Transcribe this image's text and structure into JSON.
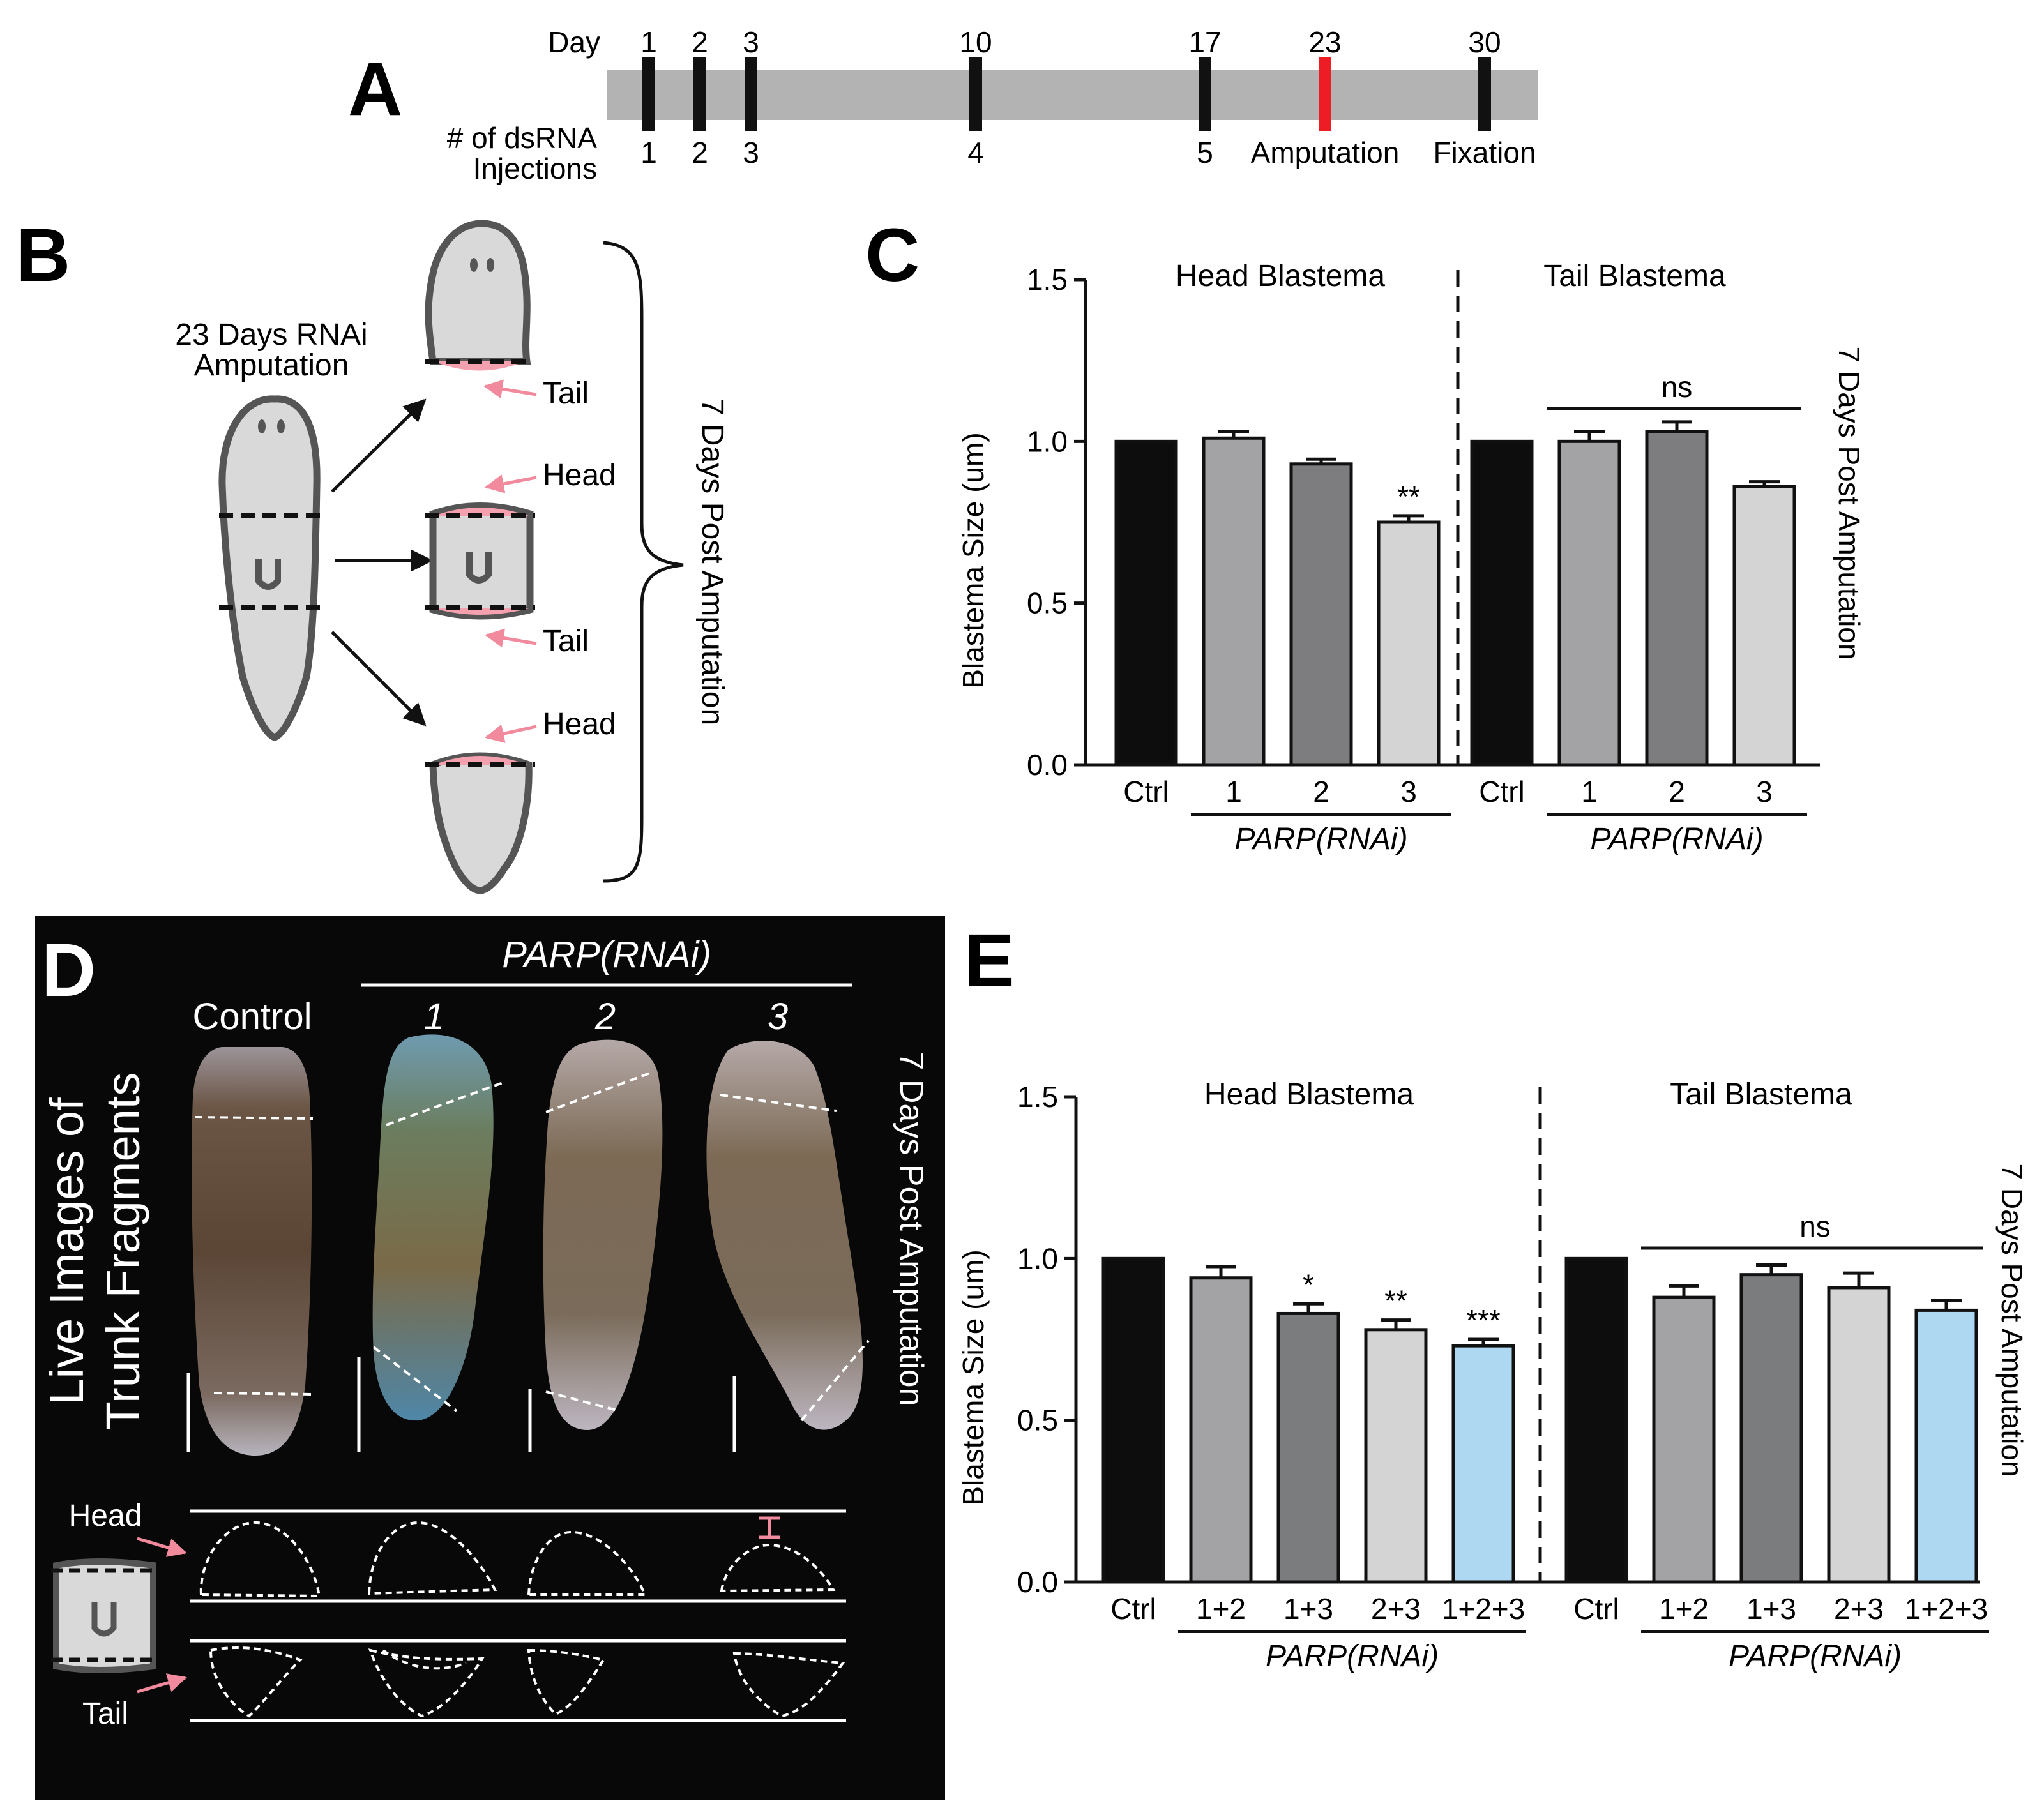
{
  "panel_labels": {
    "a": "A",
    "b": "B",
    "c": "C",
    "d": "D",
    "e": "E"
  },
  "timeline": {
    "day_label": "Day",
    "injections_label_line1": "# of dsRNA",
    "injections_label_line2": "Injections",
    "days": [
      "1",
      "2",
      "3",
      "10",
      "17",
      "23",
      "30"
    ],
    "injections": [
      "1",
      "2",
      "3",
      "4",
      "5"
    ],
    "amputation_label": "Amputation",
    "fixation_label": "Fixation",
    "amputation_color": "#ee1c25"
  },
  "schematic": {
    "title_line1": "23 Days RNAi",
    "title_line2": "Amputation",
    "tail_label": "Tail",
    "head_label": "Head",
    "post_label": "7 Days Post Amputation",
    "worm_fill": "#d9d9d9",
    "worm_stroke": "#555555",
    "blastema_color": "#f4a0ae"
  },
  "live_images": {
    "group_label": "PARP(RNAi)",
    "col_labels": [
      "Control",
      "1",
      "2",
      "3"
    ],
    "side_label_line1": "Live Images of",
    "side_label_line2": "Trunk Fragments",
    "post_label": "7 Days Post Amputation",
    "head_label": "Head",
    "tail_label": "Tail"
  },
  "chart_data": [
    {
      "type": "bar",
      "panel": "C",
      "ylabel": "Blastema Size (um)",
      "ylim": [
        0,
        1.5
      ],
      "yticks": [
        "0.0",
        "0.5",
        "1.0",
        "1.5"
      ],
      "side_label": "7 Days Post Amputation",
      "groups": [
        {
          "title": "Head Blastema",
          "categories": [
            "Ctrl",
            "1",
            "2",
            "3"
          ],
          "values": [
            1.0,
            1.01,
            0.93,
            0.75
          ],
          "errors": [
            0,
            0.02,
            0.015,
            0.02
          ],
          "colors": [
            "#0d0d0d",
            "#a3a3a6",
            "#7d7d7f",
            "#d4d4d4"
          ],
          "significance": [
            "",
            "",
            "",
            "**"
          ],
          "treatment_label": "PARP(RNAi)"
        },
        {
          "title": "Tail Blastema",
          "categories": [
            "Ctrl",
            "1",
            "2",
            "3"
          ],
          "values": [
            1.0,
            1.0,
            1.03,
            0.86
          ],
          "errors": [
            0,
            0.03,
            0.03,
            0.015
          ],
          "colors": [
            "#0d0d0d",
            "#a3a3a6",
            "#7d7d7f",
            "#d4d4d4"
          ],
          "significance": [
            "",
            "",
            "",
            ""
          ],
          "bracket_label": "ns",
          "treatment_label": "PARP(RNAi)"
        }
      ]
    },
    {
      "type": "bar",
      "panel": "E",
      "ylabel": "Blastema Size (um)",
      "ylim": [
        0,
        1.5
      ],
      "yticks": [
        "0.0",
        "0.5",
        "1.0",
        "1.5"
      ],
      "side_label": "7 Days Post Amputation",
      "groups": [
        {
          "title": "Head Blastema",
          "categories": [
            "Ctrl",
            "1+2",
            "1+3",
            "2+3",
            "1+2+3"
          ],
          "values": [
            1.0,
            0.94,
            0.83,
            0.78,
            0.73
          ],
          "errors": [
            0,
            0.035,
            0.03,
            0.03,
            0.02
          ],
          "colors": [
            "#0d0d0d",
            "#a3a3a6",
            "#7a7c7e",
            "#d4d4d4",
            "#aed8f2"
          ],
          "significance": [
            "",
            "",
            "*",
            "**",
            "***"
          ],
          "treatment_label": "PARP(RNAi)"
        },
        {
          "title": "Tail Blastema",
          "categories": [
            "Ctrl",
            "1+2",
            "1+3",
            "2+3",
            "1+2+3"
          ],
          "values": [
            1.0,
            0.88,
            0.95,
            0.91,
            0.84
          ],
          "errors": [
            0,
            0.035,
            0.03,
            0.045,
            0.03
          ],
          "colors": [
            "#0d0d0d",
            "#a3a3a6",
            "#7a7c7e",
            "#d4d4d4",
            "#aed8f2"
          ],
          "significance": [
            "",
            "",
            "",
            "",
            ""
          ],
          "bracket_label": "ns",
          "treatment_label": "PARP(RNAi)"
        }
      ]
    }
  ]
}
